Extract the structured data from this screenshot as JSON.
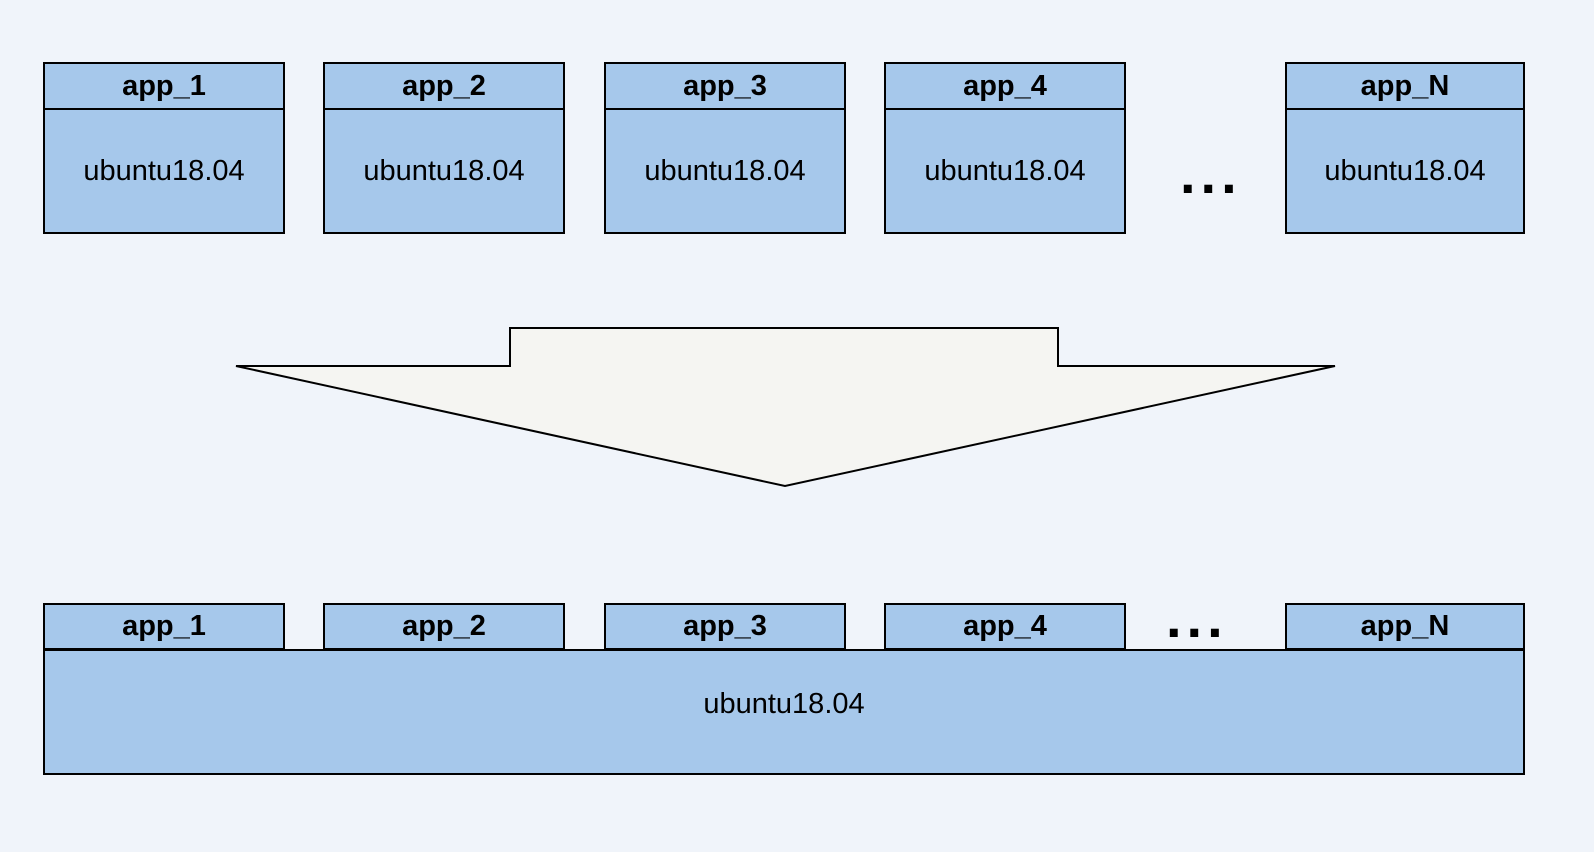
{
  "palette": {
    "background": "#f0f4fa",
    "box_fill": "#a6c8eb",
    "box_border": "#000000",
    "arrow_fill": "#f5f5f2",
    "arrow_border": "#000000",
    "text_color": "#000000"
  },
  "top_row": {
    "boxes": [
      {
        "name": "app_1",
        "os": "ubuntu18.04"
      },
      {
        "name": "app_2",
        "os": "ubuntu18.04"
      },
      {
        "name": "app_3",
        "os": "ubuntu18.04"
      },
      {
        "name": "app_4",
        "os": "ubuntu18.04"
      },
      {
        "name": "app_N",
        "os": "ubuntu18.04"
      }
    ],
    "ellipsis": "..."
  },
  "arrow": {
    "icon": "down-arrow"
  },
  "bottom_row": {
    "tabs": [
      "app_1",
      "app_2",
      "app_3",
      "app_4",
      "app_N"
    ],
    "ellipsis": "...",
    "os": "ubuntu18.04"
  }
}
